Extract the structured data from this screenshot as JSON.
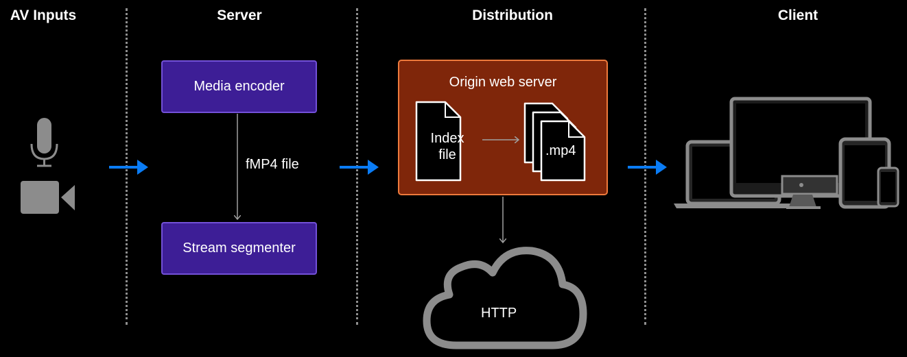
{
  "columns": {
    "av_inputs": "AV Inputs",
    "server": "Server",
    "distribution": "Distribution",
    "client": "Client"
  },
  "server": {
    "encoder_label": "Media encoder",
    "segmenter_label": "Stream segmenter",
    "connector_label": "fMP4 file"
  },
  "distribution": {
    "origin_label": "Origin web server",
    "index_file_line1": "Index",
    "index_file_line2": "file",
    "media_file_label": ".mp4",
    "cloud_label": "HTTP"
  },
  "colors": {
    "flow_arrow": "#0a7cf5",
    "encoder_fill": "#3d1e96",
    "origin_fill": "#7f260a",
    "icon_gray": "#8c8c8c"
  },
  "icons": [
    "microphone-icon",
    "video-camera-icon",
    "file-icon",
    "cloud-icon",
    "laptop-icon",
    "desktop-monitor-icon",
    "tablet-icon",
    "phone-icon"
  ]
}
